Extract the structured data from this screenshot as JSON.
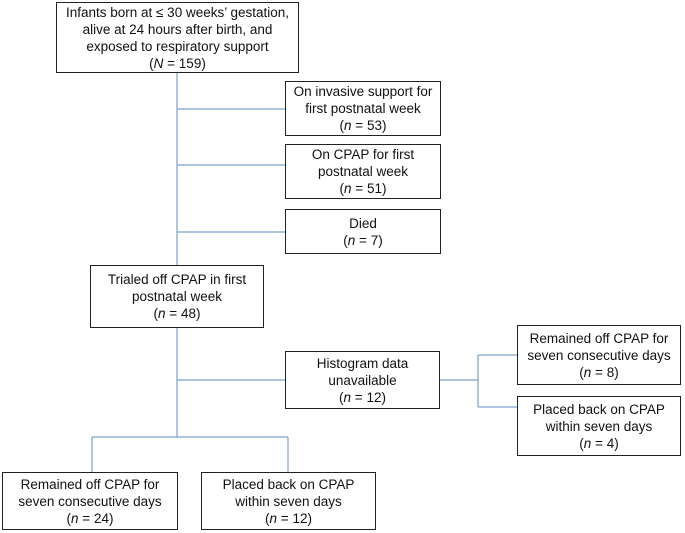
{
  "boxes": {
    "start": {
      "lines": [
        "Infants born at ≤ 30 weeks’ gestation,",
        "alive at 24 hours after birth, and",
        "exposed to respiratory support"
      ],
      "n_symbol": "N",
      "n_value": "159"
    },
    "invasive": {
      "lines": [
        "On invasive support for",
        "first postnatal week"
      ],
      "n_symbol": "n",
      "n_value": "53"
    },
    "cpap": {
      "lines": [
        "On CPAP for first",
        "postnatal week"
      ],
      "n_symbol": "n",
      "n_value": "51"
    },
    "died": {
      "lines": [
        "Died"
      ],
      "n_symbol": "n",
      "n_value": "7"
    },
    "trialed": {
      "lines": [
        "Trialed off CPAP in first",
        "postnatal week"
      ],
      "n_symbol": "n",
      "n_value": "48"
    },
    "histogram": {
      "lines": [
        "Histogram data",
        "unavailable"
      ],
      "n_symbol": "n",
      "n_value": "12"
    },
    "hist_remained": {
      "lines": [
        "Remained off CPAP for",
        "seven consecutive days"
      ],
      "n_symbol": "n",
      "n_value": "8"
    },
    "hist_placed": {
      "lines": [
        "Placed back on CPAP",
        "within seven days"
      ],
      "n_symbol": "n",
      "n_value": "4"
    },
    "remained": {
      "lines": [
        "Remained off CPAP for",
        "seven consecutive days"
      ],
      "n_symbol": "n",
      "n_value": "24"
    },
    "placed": {
      "lines": [
        "Placed back on CPAP",
        "within seven days"
      ],
      "n_symbol": "n",
      "n_value": "12"
    }
  },
  "connector_color": "#7ea1cf",
  "border_color": "#222222"
}
